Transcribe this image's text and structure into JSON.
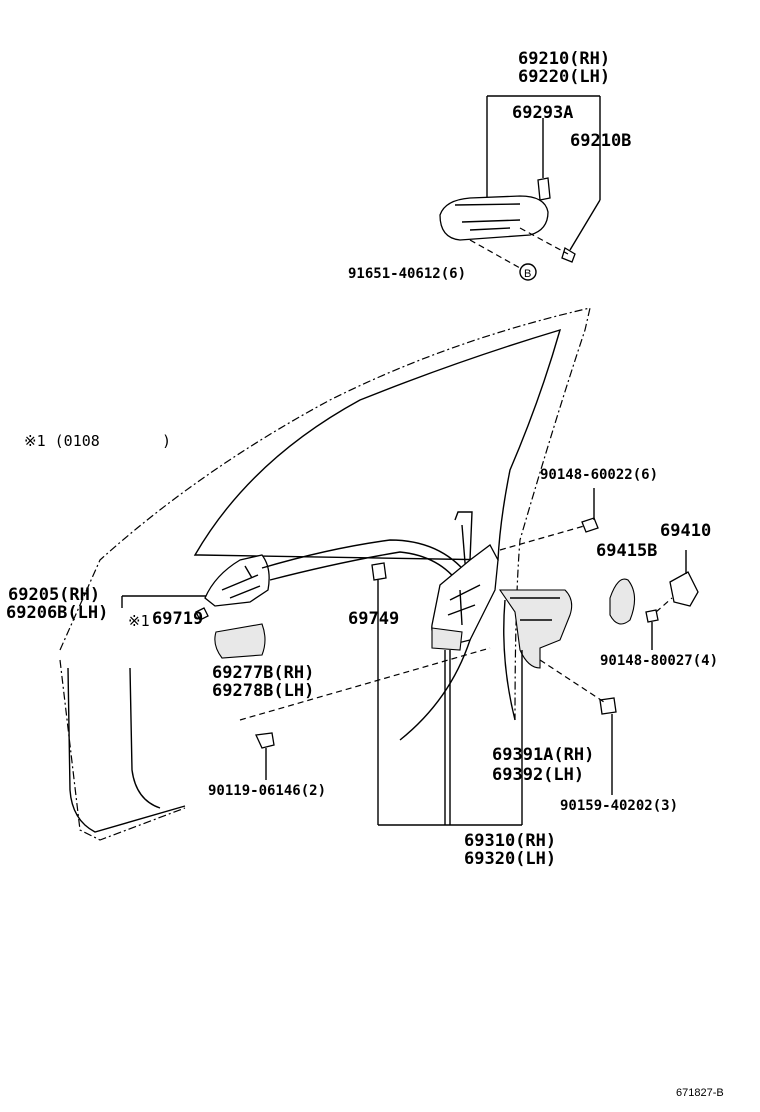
{
  "labels": {
    "p69210": "69210(RH)",
    "p69220": "69220(LH)",
    "p69293A": "69293A",
    "p69210B": "69210B",
    "p91651": "91651-40612(6)",
    "ref_b": "B",
    "note_prefix": "※1 (0108",
    "note_suffix": ")",
    "p90148_6": "90148-60022(6)",
    "p69410": "69410",
    "p69415B": "69415B",
    "p90148_4": "90148-80027(4)",
    "p69205": "69205(RH)",
    "p69206B": "69206B(LH)",
    "p69719_mark": "※1",
    "p69719": "69719",
    "p69749": "69749",
    "p69277B": "69277B(RH)",
    "p69278B": "69278B(LH)",
    "p90119": "90119-06146(2)",
    "p69391A": "69391A(RH)",
    "p69392": "69392(LH)",
    "p90159": "90159-40202(3)",
    "p69310": "69310(RH)",
    "p69320": "69320(LH)",
    "figure_code": "671827-B"
  }
}
